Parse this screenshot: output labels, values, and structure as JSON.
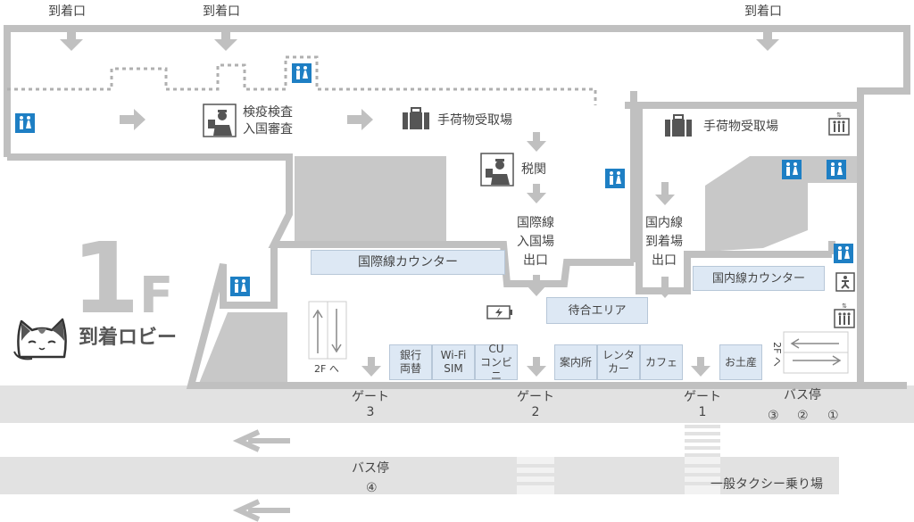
{
  "top_arrivals": [
    "到着口",
    "到着口",
    "到着口"
  ],
  "floor": {
    "number": "1F",
    "title": "到着ロビー"
  },
  "areas": {
    "quarantine": [
      "検疫検査",
      "入国審査"
    ],
    "baggage_intl": "手荷物受取場",
    "baggage_dom": "手荷物受取場",
    "customs": "税関",
    "intl_exit": [
      "国際線",
      "入国場",
      "出口"
    ],
    "dom_exit": [
      "国内線",
      "到着場",
      "出口"
    ]
  },
  "counters": {
    "international": "国際線カウンター",
    "domestic": "国内線カウンター",
    "waiting": "待合エリア"
  },
  "shops": [
    {
      "lines": [
        "銀行",
        "両替"
      ]
    },
    {
      "lines": [
        "Wi-Fi",
        "SIM"
      ]
    },
    {
      "lines": [
        "CU",
        "コンビニ"
      ]
    },
    {
      "lines": [
        "案内所"
      ]
    },
    {
      "lines": [
        "レンタ",
        "カー"
      ]
    },
    {
      "lines": [
        "カフェ"
      ]
    },
    {
      "lines": [
        "お土産"
      ]
    }
  ],
  "to2f_left": "2F へ",
  "to2f_right": "2F へ",
  "gates": [
    {
      "label": "ゲート",
      "num": "3"
    },
    {
      "label": "ゲート",
      "num": "2"
    },
    {
      "label": "ゲート",
      "num": "1"
    }
  ],
  "bus_stop_right": {
    "label": "バス停",
    "numbers": [
      "③",
      "②",
      "①"
    ]
  },
  "bus_stop_left": {
    "label": "バス停",
    "number": "④"
  },
  "taxi": "一般タクシー乗り場",
  "colors": {
    "wall": "#c0c0c0",
    "road": "#e2e2e2",
    "counter": "#dde8f4",
    "toilet": "#1e7fc4",
    "dark_icon": "#555555"
  },
  "icons": [
    "toilet-icon",
    "passport-control-icon",
    "baggage-icon",
    "elevator-icon",
    "escalator-icon",
    "wheelchair-icon",
    "phone-charger-icon",
    "cat-icon"
  ]
}
